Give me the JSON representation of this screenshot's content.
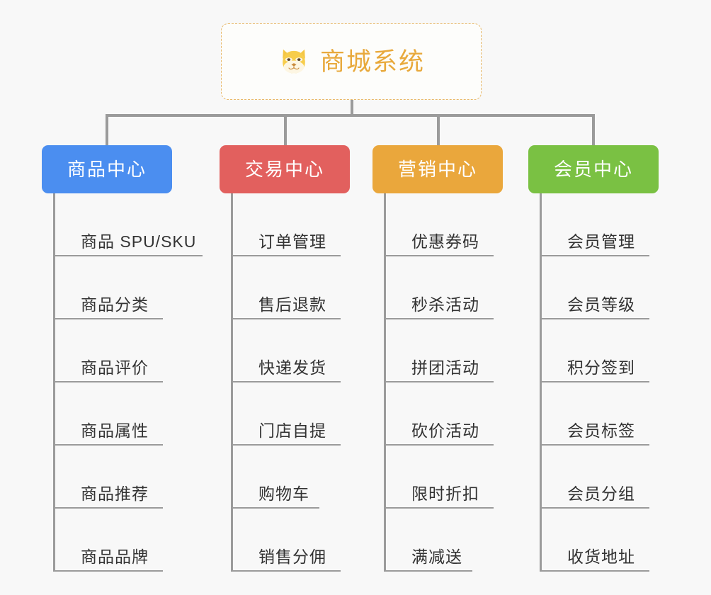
{
  "background_color": "#f8f8f8",
  "root": {
    "icon": "shiba-dog-emoji",
    "title": "商城系统",
    "title_color": "#e8a93c",
    "border_color": "#e8b96a"
  },
  "connector_color": "#9b9b9b",
  "columns": [
    {
      "id": "product-center",
      "label": "商品中心",
      "color": "#4b8ef0",
      "items": [
        {
          "label": "商品 SPU/SKU",
          "width": "wide"
        },
        {
          "label": "商品分类",
          "width": "normal"
        },
        {
          "label": "商品评价",
          "width": "normal"
        },
        {
          "label": "商品属性",
          "width": "normal"
        },
        {
          "label": "商品推荐",
          "width": "normal"
        },
        {
          "label": "商品品牌",
          "width": "normal"
        }
      ]
    },
    {
      "id": "trade-center",
      "label": "交易中心",
      "color": "#e2605e",
      "items": [
        {
          "label": "订单管理",
          "width": "normal"
        },
        {
          "label": "售后退款",
          "width": "normal"
        },
        {
          "label": "快递发货",
          "width": "normal"
        },
        {
          "label": "门店自提",
          "width": "normal"
        },
        {
          "label": "购物车",
          "width": "short"
        },
        {
          "label": "销售分佣",
          "width": "normal"
        }
      ]
    },
    {
      "id": "marketing-center",
      "label": "营销中心",
      "color": "#eaa73c",
      "items": [
        {
          "label": "优惠券码",
          "width": "normal"
        },
        {
          "label": "秒杀活动",
          "width": "normal"
        },
        {
          "label": "拼团活动",
          "width": "normal"
        },
        {
          "label": "砍价活动",
          "width": "normal"
        },
        {
          "label": "限时折扣",
          "width": "normal"
        },
        {
          "label": "满减送",
          "width": "short"
        }
      ]
    },
    {
      "id": "member-center",
      "label": "会员中心",
      "color": "#7ac143",
      "items": [
        {
          "label": "会员管理",
          "width": "normal"
        },
        {
          "label": "会员等级",
          "width": "normal"
        },
        {
          "label": "积分签到",
          "width": "normal"
        },
        {
          "label": "会员标签",
          "width": "normal"
        },
        {
          "label": "会员分组",
          "width": "normal"
        },
        {
          "label": "收货地址",
          "width": "normal"
        }
      ]
    }
  ]
}
